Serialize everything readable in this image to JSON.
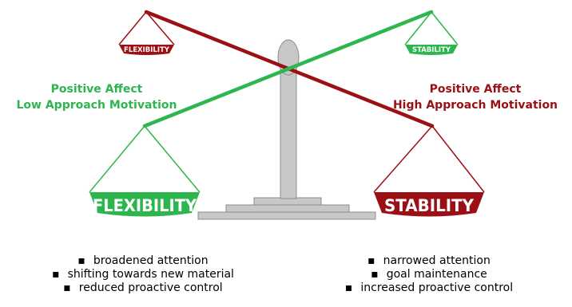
{
  "colors": {
    "green": "#2eb64e",
    "red": "#9b1014",
    "gray": "#c8c8c8"
  },
  "small_pans": {
    "left": "FLEXIBILITY",
    "right": "STABILITY"
  },
  "big_pans": {
    "left": "FLEXIBILITY",
    "right": "STABILITY"
  },
  "left_label": {
    "line1": "Positive Affect",
    "line2": "Low Approach Motivation"
  },
  "right_label": {
    "line1": "Positive Affect",
    "line2": "High Approach Motivation"
  },
  "left_bullets": [
    "broadened attention",
    "shifting towards new material",
    "reduced proactive control"
  ],
  "right_bullets": [
    "narrowed attention",
    "goal maintenance",
    "increased proactive control"
  ]
}
